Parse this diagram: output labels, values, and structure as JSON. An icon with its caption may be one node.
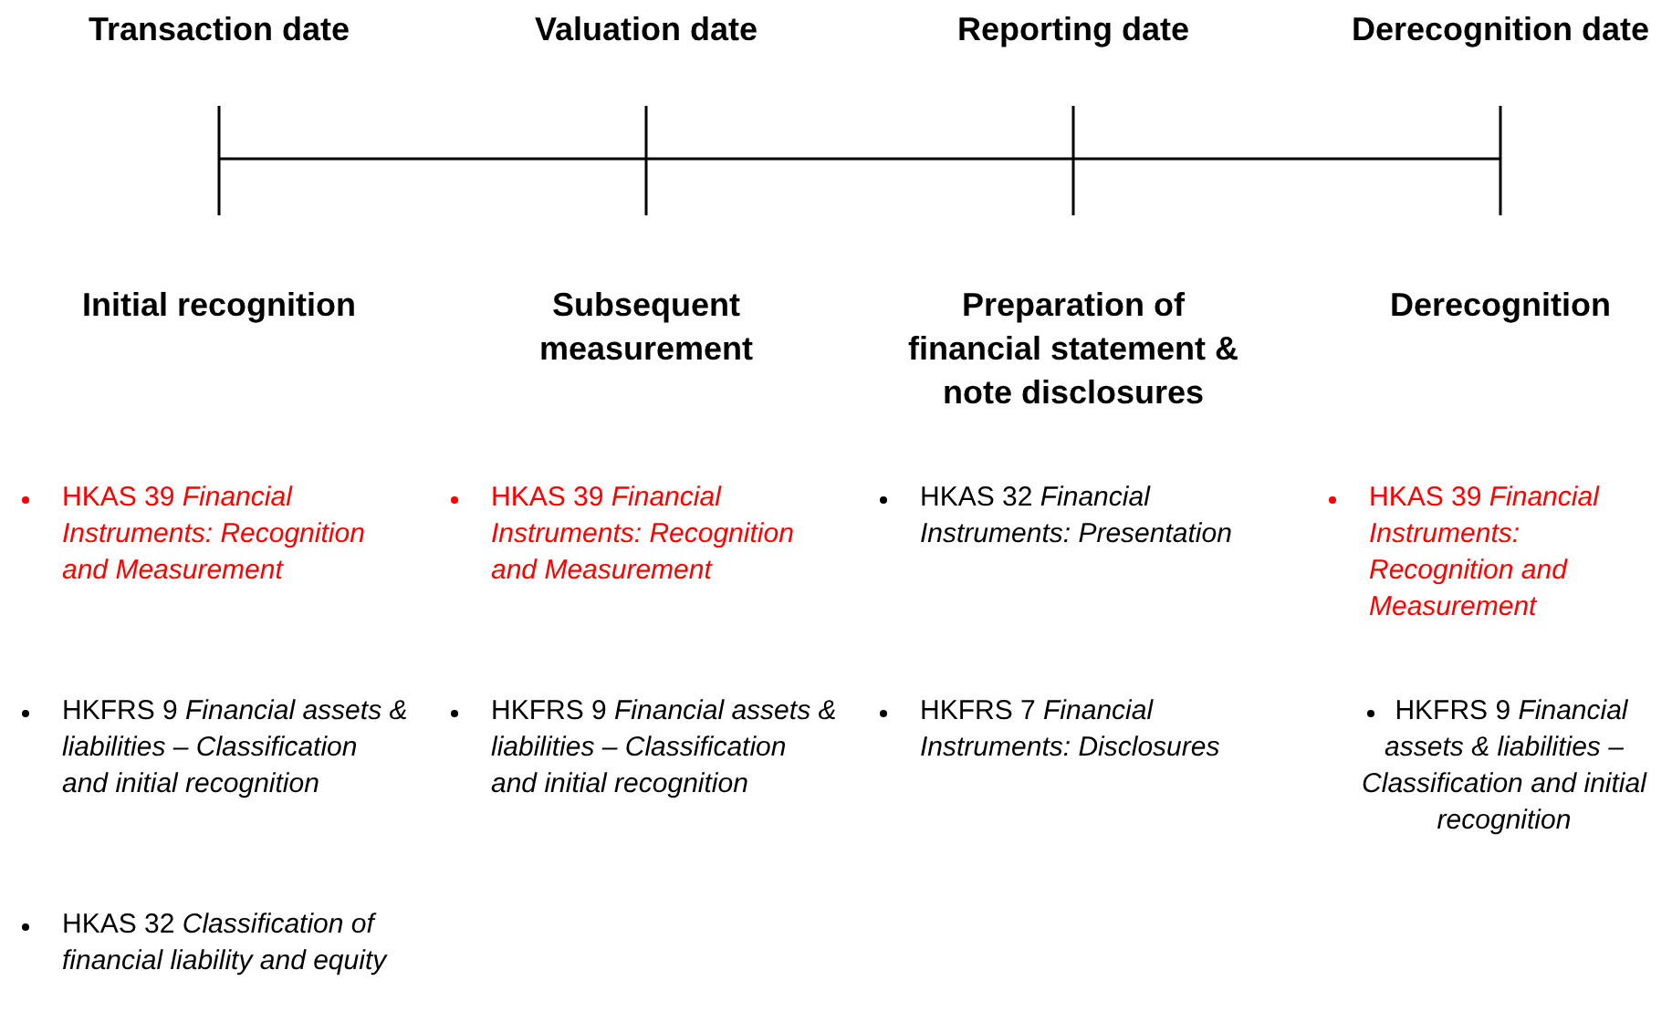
{
  "diagram": {
    "labels": [
      "Transaction date",
      "Valuation date",
      "Reporting date",
      "Derecognition date",
      "Initial recognition",
      "Subsequent measurement",
      "Preparation of financial statement & note disclosures",
      "Derecognition",
      "HKAS 39 *Financial Instruments: Recognition and Measurement*",
      "HKAS 39 *Financial Instruments: Recognition and Measurement*",
      "HKAS 32 *Financial Instruments: Presentation*",
      "HKAS 39 *Financial Instruments: Recognition and Measurement*",
      "HKFRS 9 *Financial assets & liabilities – Classification and initial recognition*",
      "HKFRS 9 *Financial assets & liabilities – Classification and initial recognition*",
      "HKFRS 7 *Financial Instruments: Disclosures*",
      "HKFRS 9 *Financial assets & liabilities – Classification and initial recognition*",
      "HKAS 32 *Classification of financial liability and equity*"
    ]
  }
}
